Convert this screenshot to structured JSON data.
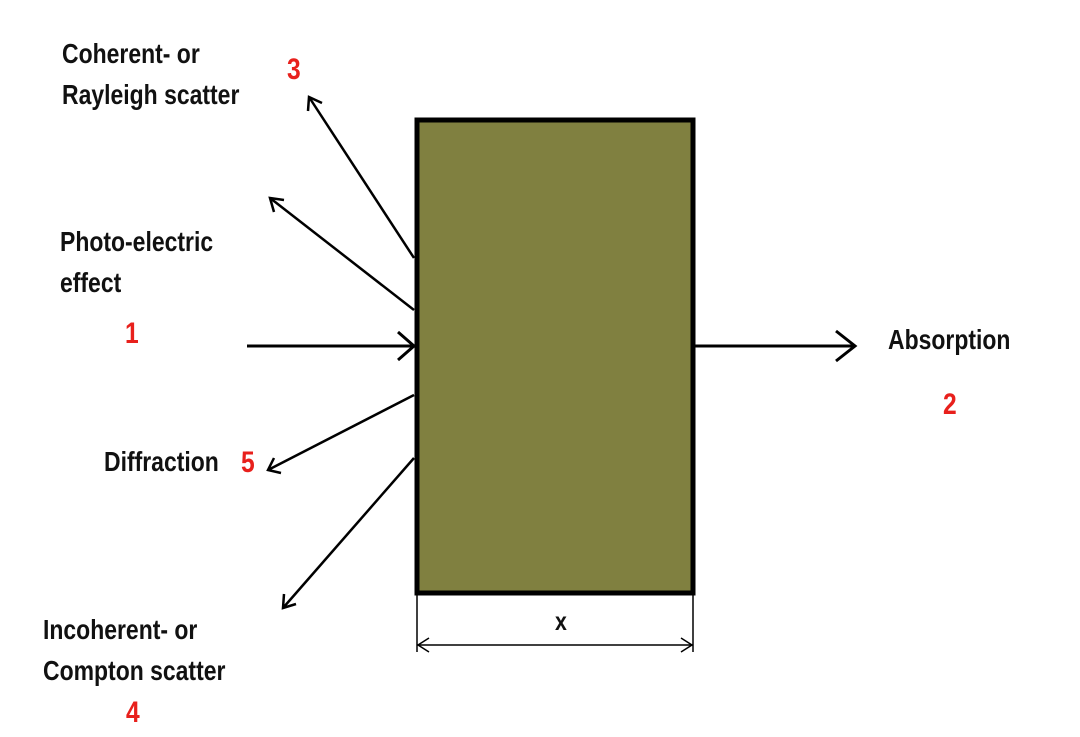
{
  "diagram": {
    "labels": {
      "rayleigh_line1": "Coherent- or",
      "rayleigh_line2": "Rayleigh scatter",
      "photo_line1": "Photo-electric",
      "photo_line2": "effect",
      "diffraction": "Diffraction",
      "compton_line1": "Incoherent- or",
      "compton_line2": "Compton scatter",
      "absorption": "Absorption",
      "thickness": "x"
    },
    "numbers": {
      "photo": "1",
      "absorption": "2",
      "rayleigh": "3",
      "compton": "4",
      "diffraction": "5"
    },
    "colors": {
      "block_fill": "#808040",
      "number_color": "#e8201c",
      "line_color": "#000000"
    }
  }
}
